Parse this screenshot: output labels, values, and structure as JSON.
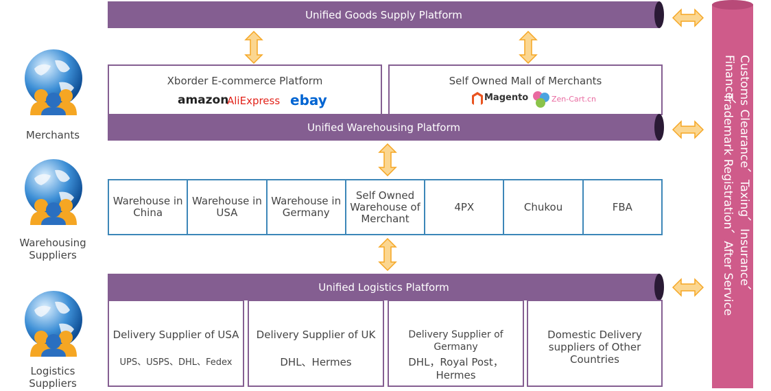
{
  "top_bar": {
    "title": "Unified Goods Supply Platform"
  },
  "ecommerce": {
    "title": "Xborder E-commerce Platform",
    "logos": [
      "amazon",
      "AliExpress",
      "ebay"
    ]
  },
  "mall": {
    "title": "Self Owned Mall of Merchants",
    "logos": [
      "Magento",
      "Zen-Cart.cn"
    ]
  },
  "warehousing_bar": {
    "title": "Unified Warehousing Platform"
  },
  "warehouses": [
    "Warehouse in China",
    "Warehouse in USA",
    "Warehouse in Germany",
    "Self Owned Warehouse of Merchant",
    "4PX",
    "Chukou",
    "FBA"
  ],
  "logistics_bar": {
    "title": "Unified Logistics Platform"
  },
  "delivery": [
    {
      "title": "Delivery Supplier of USA",
      "carriers": "UPS、USPS、DHL、Fedex"
    },
    {
      "title": "Delivery Supplier of UK",
      "carriers": "DHL、Hermes"
    },
    {
      "title": "Delivery Supplier of Germany",
      "carriers": "DHL，Royal Post，Hermes"
    },
    {
      "title": "Domestic Delivery suppliers of Other Countries",
      "carriers": ""
    }
  ],
  "side_labels": {
    "merchants": "Merchants",
    "warehousing_suppliers": "Warehousing Suppliers",
    "logistics_suppliers": "Logistics Suppliers"
  },
  "services": {
    "line1": "Customs Clearance、Taxing、Insurance、Finance、",
    "line2": "Trademark Registration、After Service"
  },
  "colors": {
    "platform_bar": "#845e91",
    "warehouse_border": "#3c86b8",
    "services_pillar": "#cf5b8a",
    "arrow": "#f5a623"
  }
}
